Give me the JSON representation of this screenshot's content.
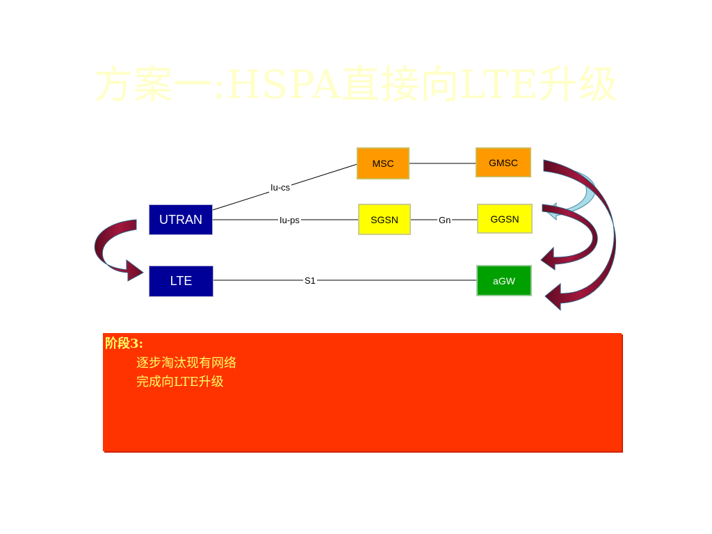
{
  "title": "方案一:HSPA直接向LTE升级",
  "nodes": {
    "utran": "UTRAN",
    "lte": "LTE",
    "msc": "MSC",
    "gmsc": "GMSC",
    "sgsn": "SGSN",
    "ggsn": "GGSN",
    "agw": "aGW"
  },
  "links": {
    "iu_cs": "Iu-cs",
    "iu_ps": "Iu-ps",
    "gn": "Gn",
    "s1": "S1"
  },
  "notes": {
    "heading": "阶段3:",
    "items": [
      "逐步淘汰现有网络",
      "完成向LTE升级"
    ]
  },
  "colors": {
    "title": "#ffffc8",
    "node_blue": "#000099",
    "node_orange": "#ff9900",
    "node_yellow": "#ffff00",
    "node_green": "#00a000",
    "arrow": "#8b1030",
    "arrow_faded": "#a8dce8",
    "notes_bg": "#ff3300",
    "notes_text": "#ffff66"
  }
}
